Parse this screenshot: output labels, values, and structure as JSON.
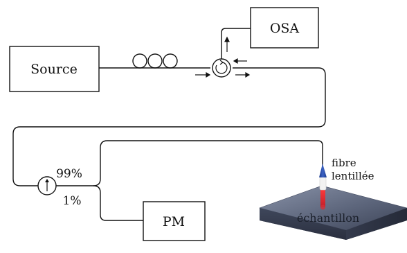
{
  "blocks": {
    "source": "Source",
    "osa": "OSA",
    "pm": "PM"
  },
  "coupler": {
    "ratio_high": "99%",
    "ratio_low": "1%"
  },
  "probe": {
    "line1": "fibre",
    "line2": "lentillée"
  },
  "sample": {
    "label": "échantillon"
  },
  "colors": {
    "line": "#111111",
    "probe_blue": "#2b4fa8",
    "probe_red": "#d2313a",
    "sample_top": "#5b6378",
    "sample_side": "#2f3548"
  }
}
